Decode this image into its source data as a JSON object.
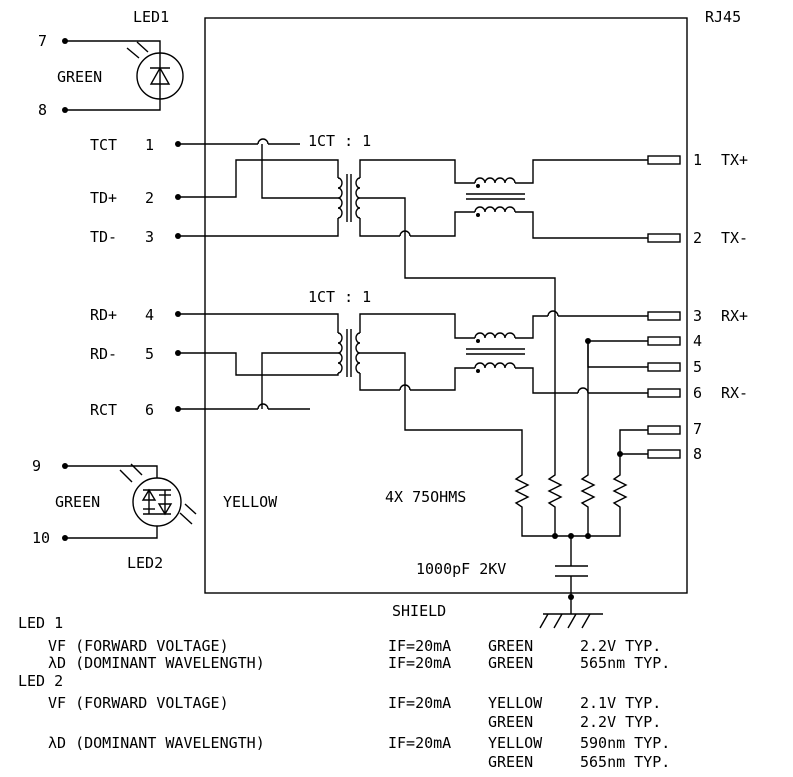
{
  "module_label": "RJ45",
  "led1": {
    "name": "LED1",
    "color": "GREEN",
    "pin_a": "7",
    "pin_b": "8"
  },
  "led2": {
    "name": "LED2",
    "color_a": "GREEN",
    "color_b": "YELLOW",
    "pin_a": "9",
    "pin_b": "10"
  },
  "left_pins": [
    {
      "name": "TCT",
      "num": "1"
    },
    {
      "name": "TD+",
      "num": "2"
    },
    {
      "name": "TD-",
      "num": "3"
    },
    {
      "name": "RD+",
      "num": "4"
    },
    {
      "name": "RD-",
      "num": "5"
    },
    {
      "name": "RCT",
      "num": "6"
    }
  ],
  "right_pins": [
    {
      "num": "1",
      "name": "TX+"
    },
    {
      "num": "2",
      "name": "TX-"
    },
    {
      "num": "3",
      "name": "RX+"
    },
    {
      "num": "4",
      "name": ""
    },
    {
      "num": "5",
      "name": ""
    },
    {
      "num": "6",
      "name": "RX-"
    },
    {
      "num": "7",
      "name": ""
    },
    {
      "num": "8",
      "name": ""
    }
  ],
  "transformer_ratio_top": "1CT : 1",
  "transformer_ratio_bottom": "1CT : 1",
  "resistors_label": "4X 75OHMS",
  "capacitor_label": "1000pF 2KV",
  "shield_label": "SHIELD",
  "specs": {
    "led1_title": "LED 1",
    "led2_title": "LED 2",
    "rows": [
      {
        "param": "VF (FORWARD VOLTAGE)",
        "cond": "IF=20mA",
        "color": "GREEN",
        "value": "2.2V TYP."
      },
      {
        "param": "λD (DOMINANT WAVELENGTH)",
        "cond": "IF=20mA",
        "color": "GREEN",
        "value": "565nm TYP."
      },
      {
        "param": "VF (FORWARD VOLTAGE)",
        "cond": "IF=20mA",
        "color": "YELLOW",
        "value": "2.1V TYP."
      },
      {
        "param": "",
        "cond": "",
        "color": "GREEN",
        "value": "2.2V TYP."
      },
      {
        "param": "λD (DOMINANT WAVELENGTH)",
        "cond": "IF=20mA",
        "color": "YELLOW",
        "value": "590nm TYP."
      },
      {
        "param": "",
        "cond": "",
        "color": "GREEN",
        "value": "565nm TYP."
      }
    ]
  }
}
